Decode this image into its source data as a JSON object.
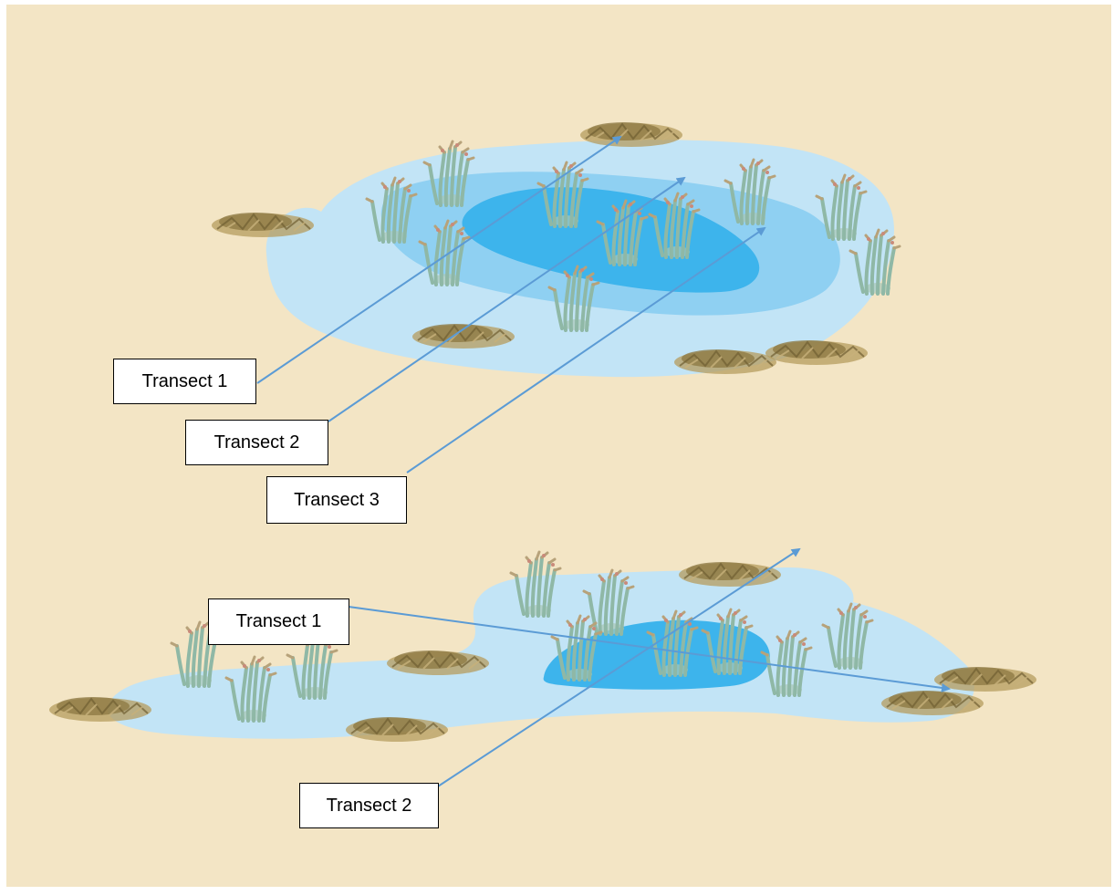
{
  "colors": {
    "background": "#f3e5c5",
    "shallow_water": "#c2e4f6",
    "mid_water": "#8fd0f2",
    "deep_water": "#3db4ec",
    "arrow": "#5b9bd5",
    "shrub": "#a08a52",
    "reed": "#9cbfae"
  },
  "icons": [
    "reed-plant-icon",
    "dry-shrub-icon",
    "arrow-head-icon"
  ],
  "top_wetland": {
    "labels": [
      "Transect 1",
      "Transect 2",
      "Transect 3"
    ]
  },
  "bottom_wetland": {
    "labels": [
      "Transect 1",
      "Transect 2"
    ]
  }
}
